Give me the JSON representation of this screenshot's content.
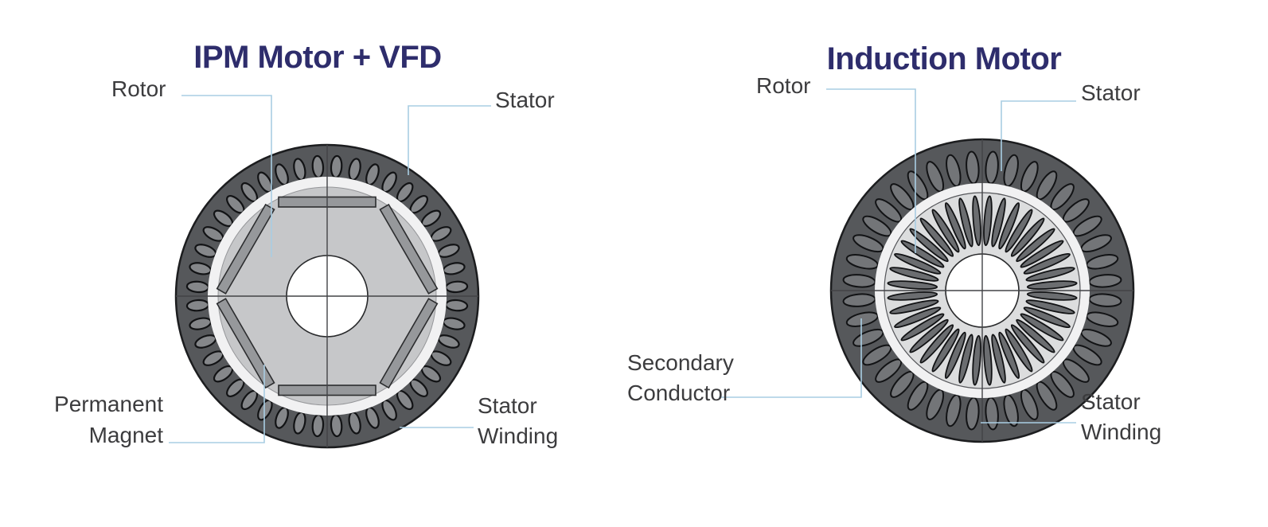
{
  "figure": {
    "description": "Cross-section comparison of an IPM motor with VFD and an induction motor"
  },
  "left_diagram": {
    "title": "IPM Motor + VFD",
    "labels": {
      "rotor": "Rotor",
      "stator": "Stator",
      "permanent_magnet": [
        "Permanent",
        "Magnet"
      ],
      "stator_winding": [
        "Stator",
        "Winding"
      ]
    }
  },
  "right_diagram": {
    "title": "Induction Motor",
    "labels": {
      "rotor": "Rotor",
      "stator": "Stator",
      "secondary_conductor": [
        "Secondary",
        "Conductor"
      ],
      "stator_winding": [
        "Stator",
        "Winding"
      ]
    }
  },
  "colors": {
    "title_navy": "#2e2d6c",
    "label_text": "#3c3c3e",
    "leader_blue": "#a9cde3",
    "stator_dark": "#56585b",
    "slot_ipm": "#85878a",
    "slot_ind": "#737578",
    "air_gap": "#f1f1f2",
    "rotor_ipm": "#c6c7c9",
    "rotor_ind": "#dcddde",
    "magnet": "#96989b",
    "bar_gray": "#6b6d70",
    "outline": "#1c1d1f",
    "crosshair": "#424346"
  }
}
